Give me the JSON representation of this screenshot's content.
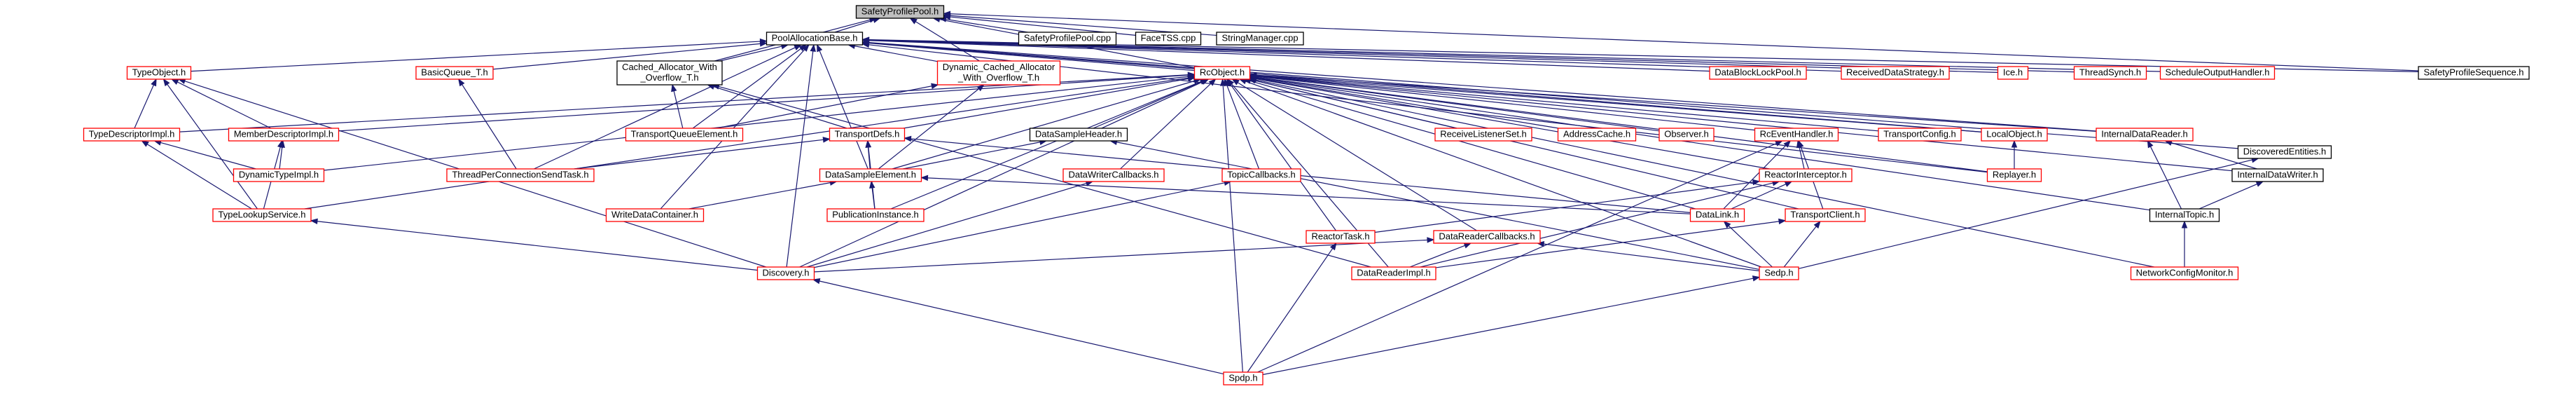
{
  "graph": {
    "nodes": [
      {
        "id": "safety_pool",
        "label": "SafetyProfilePool.h",
        "style": "root"
      },
      {
        "id": "safety_pool_cpp",
        "label": "SafetyProfilePool.cpp",
        "style": "black"
      },
      {
        "id": "facetss_cpp",
        "label": "FaceTSS.cpp",
        "style": "black"
      },
      {
        "id": "string_mgr_cpp",
        "label": "StringManager.cpp",
        "style": "black"
      },
      {
        "id": "pool_alloc_base",
        "label": "PoolAllocationBase.h",
        "style": "black"
      },
      {
        "id": "safety_seq",
        "label": "SafetyProfileSequence.h",
        "style": "black"
      },
      {
        "id": "type_object",
        "label": "TypeObject.h",
        "style": "red"
      },
      {
        "id": "basic_queue",
        "label": "BasicQueue_T.h",
        "style": "red"
      },
      {
        "id": "cached_alloc",
        "label": "Cached_Allocator_With\n_Overflow_T.h",
        "style": "black"
      },
      {
        "id": "dyn_cached_alloc",
        "label": "Dynamic_Cached_Allocator\n_With_Overflow_T.h",
        "style": "red"
      },
      {
        "id": "rc_object",
        "label": "RcObject.h",
        "style": "red"
      },
      {
        "id": "data_block_lock_pool",
        "label": "DataBlockLockPool.h",
        "style": "red"
      },
      {
        "id": "received_data_strategy",
        "label": "ReceivedDataStrategy.h",
        "style": "red"
      },
      {
        "id": "ice",
        "label": "Ice.h",
        "style": "red"
      },
      {
        "id": "thread_synch",
        "label": "ThreadSynch.h",
        "style": "red"
      },
      {
        "id": "schedule_output",
        "label": "ScheduleOutputHandler.h",
        "style": "red"
      },
      {
        "id": "type_descriptor_impl",
        "label": "TypeDescriptorImpl.h",
        "style": "red"
      },
      {
        "id": "member_descriptor_impl",
        "label": "MemberDescriptorImpl.h",
        "style": "red"
      },
      {
        "id": "transport_queue_elem",
        "label": "TransportQueueElement.h",
        "style": "red"
      },
      {
        "id": "transport_defs",
        "label": "TransportDefs.h",
        "style": "red"
      },
      {
        "id": "data_sample_header",
        "label": "DataSampleHeader.h",
        "style": "black"
      },
      {
        "id": "receive_listener_set",
        "label": "ReceiveListenerSet.h",
        "style": "red"
      },
      {
        "id": "address_cache",
        "label": "AddressCache.h",
        "style": "red"
      },
      {
        "id": "observer",
        "label": "Observer.h",
        "style": "red"
      },
      {
        "id": "rc_event_handler",
        "label": "RcEventHandler.h",
        "style": "red"
      },
      {
        "id": "transport_config",
        "label": "TransportConfig.h",
        "style": "red"
      },
      {
        "id": "local_object",
        "label": "LocalObject.h",
        "style": "red"
      },
      {
        "id": "internal_data_reader",
        "label": "InternalDataReader.h",
        "style": "red"
      },
      {
        "id": "discovered_entities",
        "label": "DiscoveredEntities.h",
        "style": "black"
      },
      {
        "id": "dynamic_type_impl",
        "label": "DynamicTypeImpl.h",
        "style": "red"
      },
      {
        "id": "thread_per_conn",
        "label": "ThreadPerConnectionSendTask.h",
        "style": "red"
      },
      {
        "id": "data_sample_element",
        "label": "DataSampleElement.h",
        "style": "red"
      },
      {
        "id": "data_writer_callbacks",
        "label": "DataWriterCallbacks.h",
        "style": "red"
      },
      {
        "id": "topic_callbacks",
        "label": "TopicCallbacks.h",
        "style": "red"
      },
      {
        "id": "reactor_interceptor",
        "label": "ReactorInterceptor.h",
        "style": "red"
      },
      {
        "id": "replayer",
        "label": "Replayer.h",
        "style": "red"
      },
      {
        "id": "internal_data_writer",
        "label": "InternalDataWriter.h",
        "style": "black"
      },
      {
        "id": "type_lookup_service",
        "label": "TypeLookupService.h",
        "style": "red"
      },
      {
        "id": "write_data_container",
        "label": "WriteDataContainer.h",
        "style": "red"
      },
      {
        "id": "publication_instance",
        "label": "PublicationInstance.h",
        "style": "red"
      },
      {
        "id": "reactor_task",
        "label": "ReactorTask.h",
        "style": "red"
      },
      {
        "id": "data_reader_callbacks",
        "label": "DataReaderCallbacks.h",
        "style": "red"
      },
      {
        "id": "data_link",
        "label": "DataLink.h",
        "style": "red"
      },
      {
        "id": "transport_client",
        "label": "TransportClient.h",
        "style": "red"
      },
      {
        "id": "internal_topic",
        "label": "InternalTopic.h",
        "style": "black"
      },
      {
        "id": "discovery",
        "label": "Discovery.h",
        "style": "red"
      },
      {
        "id": "data_reader_impl",
        "label": "DataReaderImpl.h",
        "style": "red"
      },
      {
        "id": "sedp",
        "label": "Sedp.h",
        "style": "red"
      },
      {
        "id": "network_config_monitor",
        "label": "NetworkConfigMonitor.h",
        "style": "red"
      },
      {
        "id": "spdp",
        "label": "Spdp.h",
        "style": "red"
      }
    ]
  }
}
